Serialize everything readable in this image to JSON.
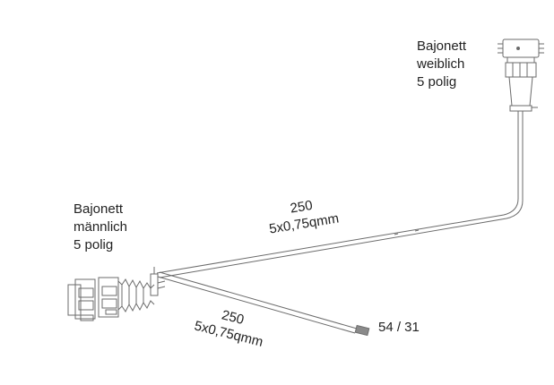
{
  "diagram": {
    "type": "wiring harness drawing",
    "connector_female": {
      "lines": [
        "Bajonett",
        "weiblich",
        "5 polig"
      ]
    },
    "connector_male": {
      "lines": [
        "Bajonett",
        "männlich",
        "5 polig"
      ]
    },
    "cable_main": {
      "length": "250",
      "spec": "5x0,75qmm"
    },
    "cable_branch": {
      "length": "250",
      "spec": "5x0,75qmm"
    },
    "branch_terminal": {
      "label": "54 / 31"
    },
    "colors": {
      "line": "#6b6b6b",
      "text": "#222222",
      "background": "#ffffff"
    }
  }
}
